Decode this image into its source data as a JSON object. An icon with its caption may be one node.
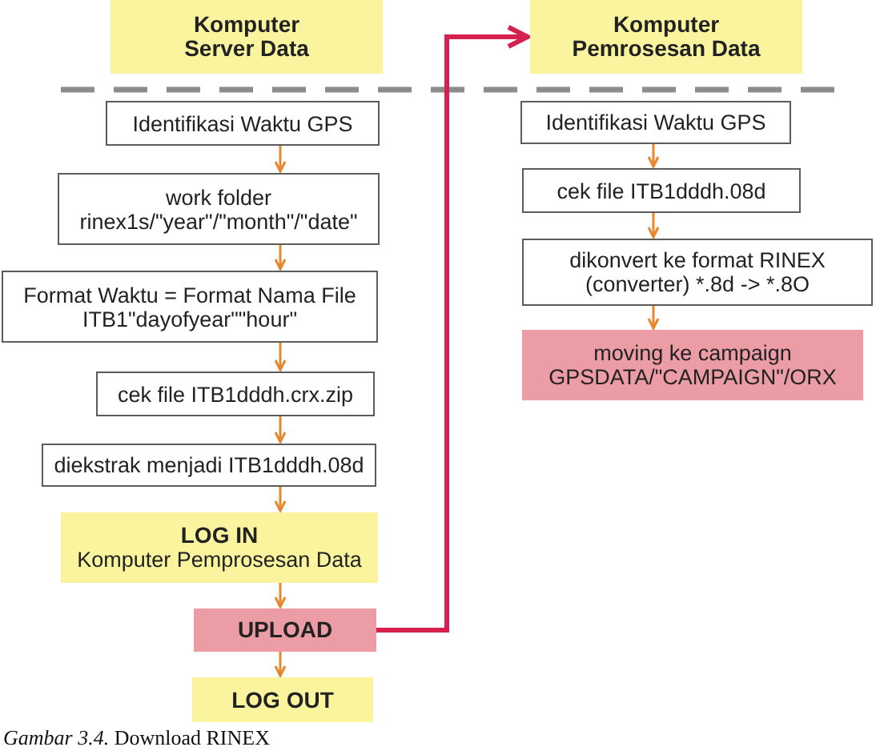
{
  "diagram": {
    "caption": "*Gambar 3.4.* Download RINEX",
    "nodes": [
      {
        "text": [
          "Komputer Server Data"
        ]
      },
      {
        "text": [
          "Komputer Pemrosesan Data"
        ]
      },
      {
        "text": [
          "Identifikasi Waktu GPS"
        ]
      },
      {
        "text": [
          "work folder rinex1s/\"year\"/\"month\"/\"date\""
        ]
      },
      {
        "text": [
          "Format Waktu = Format Nama File ITB1\"dayofyear\"\"hour\""
        ]
      },
      {
        "text": [
          "cek file ITB1dddh.crx.zip"
        ]
      },
      {
        "text": [
          "diekstrak menjadi ITB1dddh.08d"
        ]
      },
      {
        "text": [
          "LOG IN",
          "Komputer Pemprosesan Data"
        ]
      },
      {
        "text": [
          "UPLOAD"
        ]
      },
      {
        "text": [
          "LOG OUT"
        ]
      },
      {
        "text": [
          "Identifikasi Waktu GPS"
        ]
      },
      {
        "text": [
          "cek file ITB1dddh.08d"
        ]
      },
      {
        "text": [
          "dikonvert ke format RINEX (converter) *.8d -> *.8O"
        ]
      },
      {
        "text": [
          "moving ke campaign GPSDATA/\"CAMPAIGN\"/ORX"
        ]
      }
    ],
    "edges": [
      {
        "from": 2,
        "to": 3,
        "arrow": "to"
      },
      {
        "from": 3,
        "to": 4,
        "arrow": "to"
      },
      {
        "from": 4,
        "to": 5,
        "arrow": "to"
      },
      {
        "from": 5,
        "to": 6,
        "arrow": "to"
      },
      {
        "from": 6,
        "to": 7,
        "arrow": "to"
      },
      {
        "from": 7,
        "to": 8,
        "arrow": "to"
      },
      {
        "from": 8,
        "to": 9,
        "arrow": "to"
      },
      {
        "from": 8,
        "to": 1,
        "arrow": "to",
        "style": "thick",
        "color": "#d6214f"
      },
      {
        "from": 10,
        "to": 11,
        "arrow": "to"
      },
      {
        "from": 11,
        "to": 12,
        "arrow": "to"
      },
      {
        "from": 12,
        "to": 13,
        "arrow": "to"
      }
    ]
  }
}
